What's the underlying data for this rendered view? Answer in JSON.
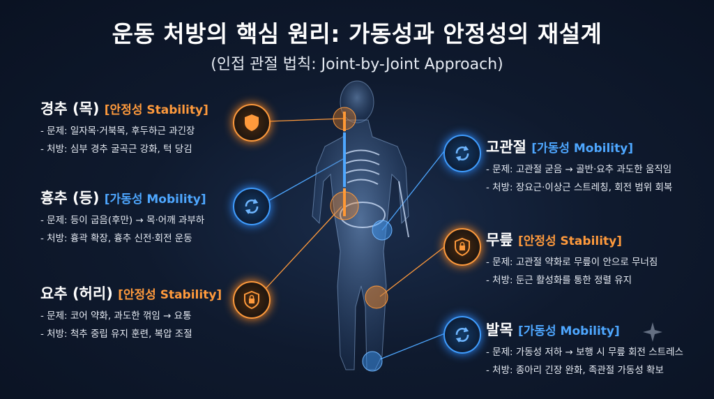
{
  "title": "운동 처방의 핵심 원리: 가동성과 안정성의 재설계",
  "subtitle": "(인접 관절 법칙: Joint-by-Joint Approach)",
  "colors": {
    "stability": "#ff9a3c",
    "mobility": "#4ea7ff",
    "background": "#0f1a2e"
  },
  "sections": {
    "cervical": {
      "name": "경추 (목)",
      "tag": "[안정성 Stability]",
      "icon": "shield-icon",
      "problem": "- 문제: 일자목·거북목, 후두하근 과긴장",
      "prescription": "- 처방: 심부 경추 굴곡근 강화, 턱 당김"
    },
    "thoracic": {
      "name": "흉추 (등)",
      "tag": "[가동성 Mobility]",
      "icon": "rotate-arrows-icon",
      "problem": "- 문제: 등이 굽음(후만) → 목·어깨 과부하",
      "prescription": "- 처방: 흉곽 확장, 흉추 신전·회전 운동"
    },
    "lumbar": {
      "name": "요추 (허리)",
      "tag": "[안정성 Stability]",
      "icon": "shield-lock-icon",
      "problem": "- 문제: 코어 약화, 과도한 꺾임 → 요통",
      "prescription": "- 처방: 척추 중립 유지 훈련, 복압 조절"
    },
    "hip": {
      "name": "고관절",
      "tag": "[가동성 Mobility]",
      "icon": "rotate-arrows-icon",
      "problem": "- 문제: 고관절 굳음 → 골반·요추 과도한 움직임",
      "prescription": "- 처방: 장요근·이상근 스트레칭, 회전 범위 회복"
    },
    "knee": {
      "name": "무릎",
      "tag": "[안정성 Stability]",
      "icon": "shield-lock-icon",
      "problem": "- 문제: 고관절 약화로 무릎이 안으로 무너짐",
      "prescription": "- 처방: 둔근 활성화를 통한 정렬 유지"
    },
    "ankle": {
      "name": "발목",
      "tag": "[가동성 Mobility]",
      "icon": "rotate-arrows-icon",
      "problem": "- 문제: 가동성 저하 → 보행 시 무릎 회전 스트레스",
      "prescription": "- 처방: 종아리 긴장 완화, 족관절 가동성 확보"
    }
  }
}
